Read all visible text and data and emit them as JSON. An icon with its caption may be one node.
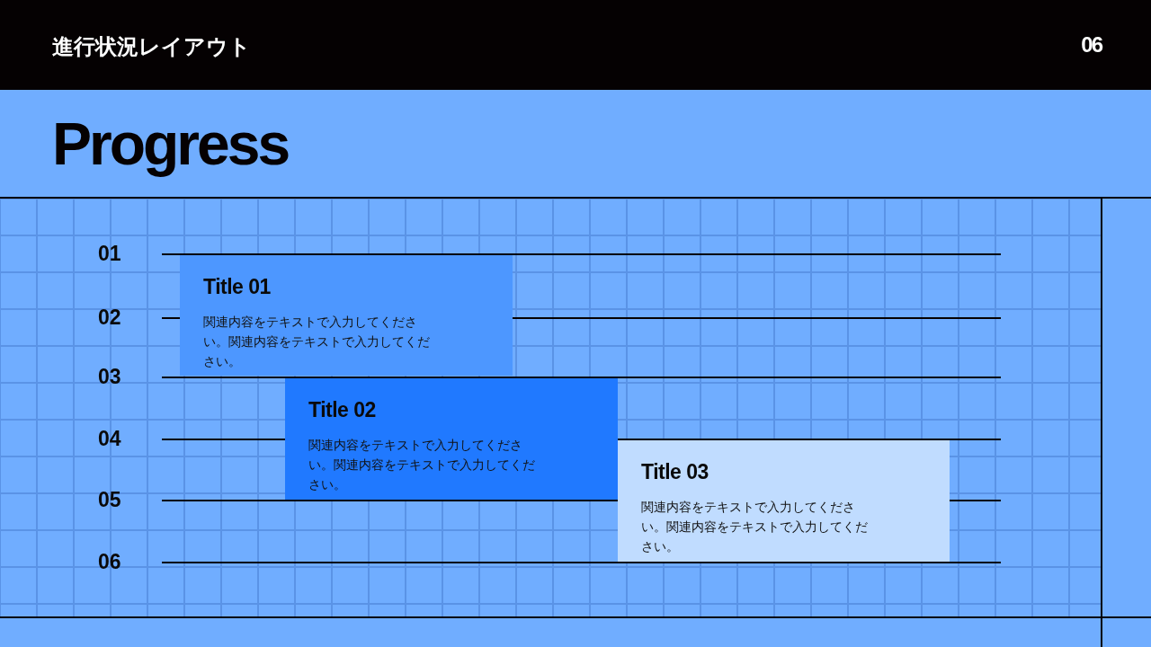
{
  "diagram": {
    "title": "Progress",
    "nodes": [
      {
        "text": [
          "Title 01",
          "関連内容をテキストで入力してください。関連内容をテキストで入力してください。"
        ]
      },
      {
        "text": [
          "Title 02",
          "関連内容をテキストで入力してください。関連内容をテキストで入力してください。"
        ]
      },
      {
        "text": [
          "Title 03",
          "関連内容をテキストで入力してください。関連内容をテキストで入力してください。"
        ]
      }
    ],
    "labels": [
      "進行状況レイアウト",
      "06",
      "01",
      "02",
      "03",
      "04",
      "05",
      "06"
    ]
  }
}
